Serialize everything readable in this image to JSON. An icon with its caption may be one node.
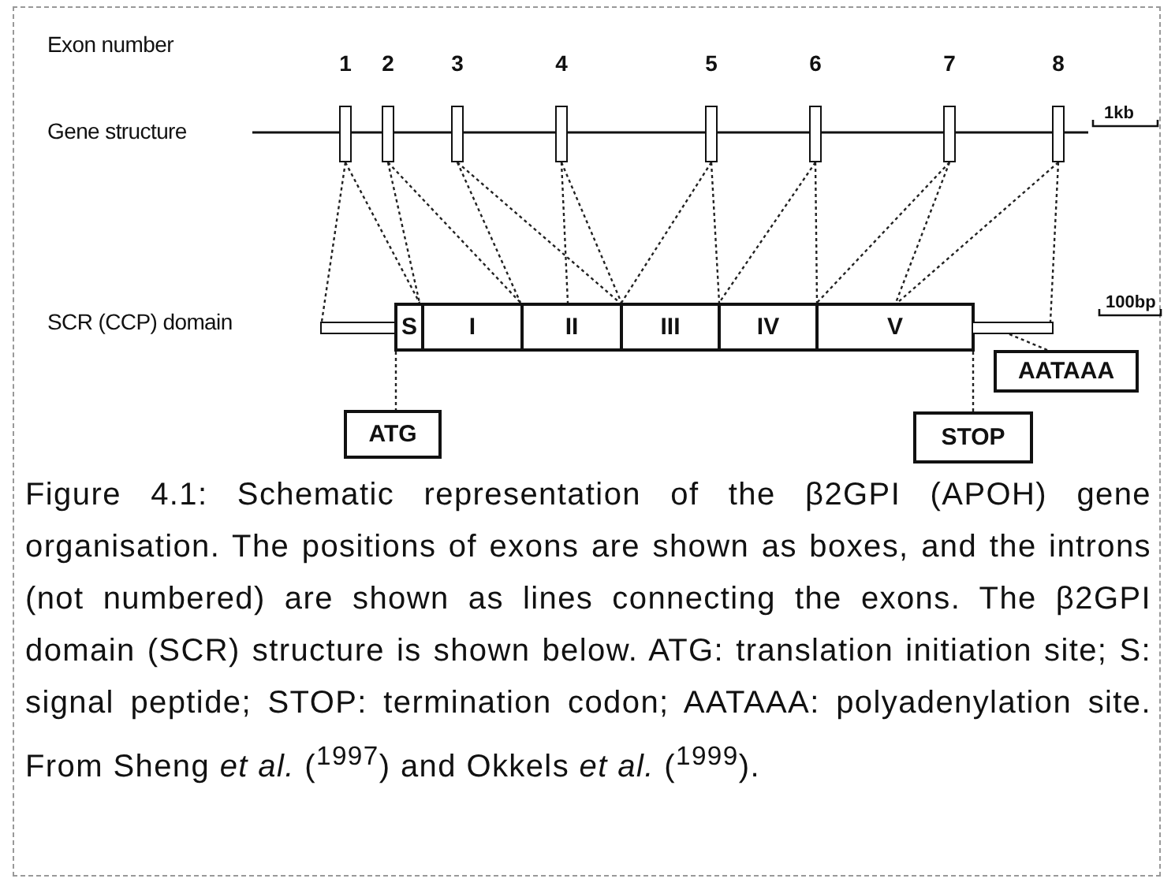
{
  "diagram": {
    "caption": "Figure 4.1: Schematic representation of the β2GPI (APOH) gene organisation. The positions of exons are shown as boxes, and the introns (not numbered) are shown as lines connecting the exons. The β2GPI domain (SCR) structure is shown below. ATG: translation initiation site; S: signal peptide; STOP: termination codon; AATAAA: polyadenylation site. From Sheng *et al.* ($^{1997}$) and Okkels *et al.* ($^{1999}$).",
    "nodes": [
      {
        "text": [
          "1"
        ]
      },
      {
        "text": [
          "2"
        ]
      },
      {
        "text": [
          "3"
        ]
      },
      {
        "text": [
          "4"
        ]
      },
      {
        "text": [
          "5"
        ]
      },
      {
        "text": [
          "6"
        ]
      },
      {
        "text": [
          "7"
        ]
      },
      {
        "text": [
          "8"
        ]
      },
      {
        "text": [],
        "shape": "bar"
      },
      {
        "text": [
          "S"
        ]
      },
      {
        "text": [
          "I"
        ]
      },
      {
        "text": [
          "II"
        ]
      },
      {
        "text": [
          "III"
        ]
      },
      {
        "text": [
          "IV"
        ]
      },
      {
        "text": [
          "V"
        ]
      },
      {
        "text": [],
        "shape": "bar"
      },
      {
        "text": [
          "AATAAA"
        ]
      },
      {
        "text": [
          "ATG"
        ]
      },
      {
        "text": [
          "STOP"
        ]
      }
    ],
    "edges": [
      {
        "from": 0,
        "to": 8,
        "arrow": "none",
        "style": "dashed"
      },
      {
        "from": 0,
        "to": 9,
        "arrow": "none",
        "style": "dashed"
      },
      {
        "from": 1,
        "to": 9,
        "arrow": "none",
        "style": "dashed"
      },
      {
        "from": 1,
        "to": 10,
        "arrow": "none",
        "style": "dashed"
      },
      {
        "from": 2,
        "to": 10,
        "arrow": "none",
        "style": "dashed"
      },
      {
        "from": 2,
        "to": 11,
        "arrow": "none",
        "style": "dashed"
      },
      {
        "from": 3,
        "to": 11,
        "arrow": "none",
        "style": "dashed"
      },
      {
        "from": 3,
        "to": 12,
        "arrow": "none",
        "style": "dashed"
      },
      {
        "from": 4,
        "to": 12,
        "arrow": "none",
        "style": "dashed"
      },
      {
        "from": 4,
        "to": 13,
        "arrow": "none",
        "style": "dashed"
      },
      {
        "from": 5,
        "to": 13,
        "arrow": "none",
        "style": "dashed"
      },
      {
        "from": 5,
        "to": 14,
        "arrow": "none",
        "style": "dashed"
      },
      {
        "from": 6,
        "to": 14,
        "arrow": "none",
        "style": "dashed"
      },
      {
        "from": 6,
        "to": 14,
        "arrow": "none",
        "style": "dashed"
      },
      {
        "from": 7,
        "to": 14,
        "arrow": "none",
        "style": "dashed"
      },
      {
        "from": 7,
        "to": 15,
        "arrow": "none",
        "style": "dashed"
      },
      {
        "from": 15,
        "to": 16,
        "arrow": "none",
        "style": "dashed"
      },
      {
        "from": 9,
        "to": 17,
        "arrow": "none",
        "style": "dashed"
      },
      {
        "from": 14,
        "to": 18,
        "arrow": "none",
        "style": "dashed"
      }
    ],
    "labels": [
      "Exon number",
      "Gene structure",
      "1kb",
      "SCR (CCP) domain",
      "100bp"
    ]
  }
}
